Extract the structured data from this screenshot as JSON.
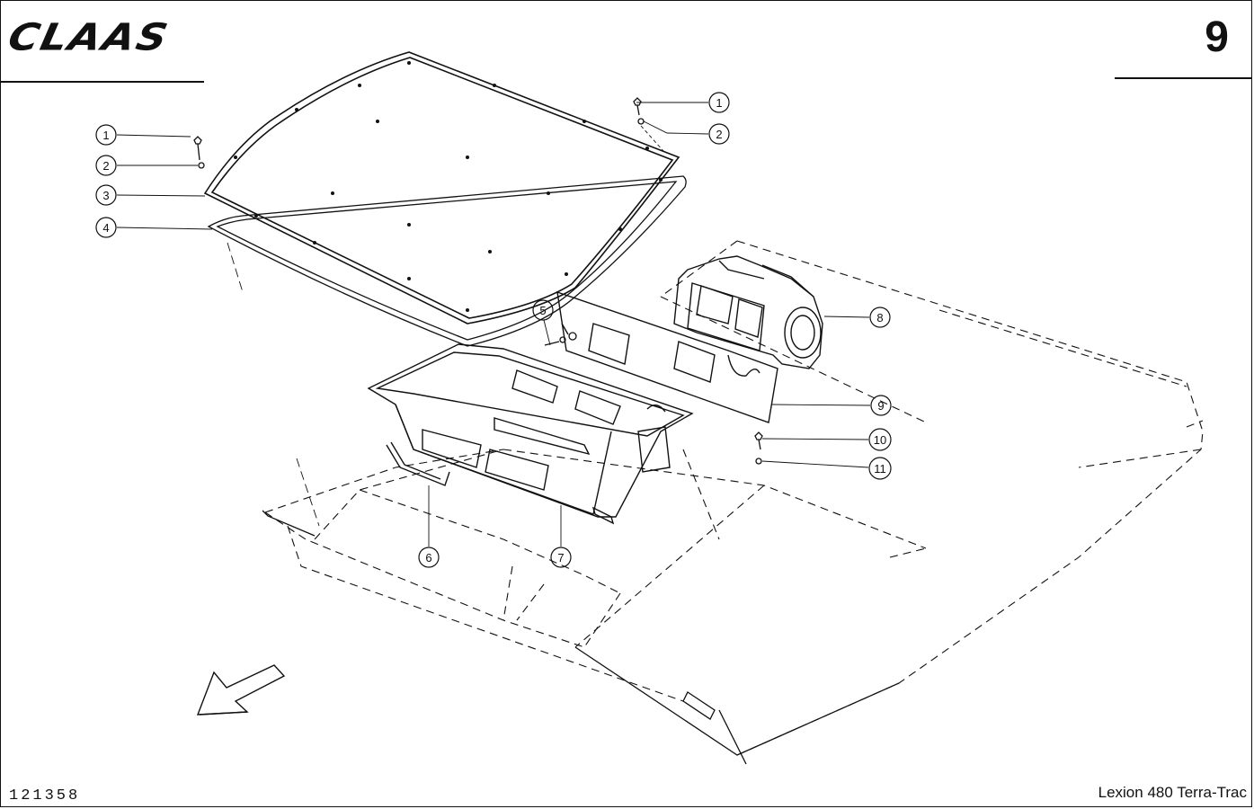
{
  "header": {
    "logo_text": "CLAAS",
    "page_number": "9"
  },
  "footer": {
    "figure_number": "121358",
    "model": "Lexion 480 Terra-Trac"
  },
  "callouts": [
    {
      "id": "c1a",
      "label": "1"
    },
    {
      "id": "c2a",
      "label": "2"
    },
    {
      "id": "c3",
      "label": "3"
    },
    {
      "id": "c4",
      "label": "4"
    },
    {
      "id": "c1b",
      "label": "1"
    },
    {
      "id": "c2b",
      "label": "2"
    },
    {
      "id": "c5",
      "label": "5"
    },
    {
      "id": "c8",
      "label": "8"
    },
    {
      "id": "c9",
      "label": "9"
    },
    {
      "id": "c10",
      "label": "10"
    },
    {
      "id": "c11",
      "label": "11"
    },
    {
      "id": "c6",
      "label": "6"
    },
    {
      "id": "c7",
      "label": "7"
    }
  ],
  "colors": {
    "ink": "#111111",
    "paper": "#ffffff"
  }
}
